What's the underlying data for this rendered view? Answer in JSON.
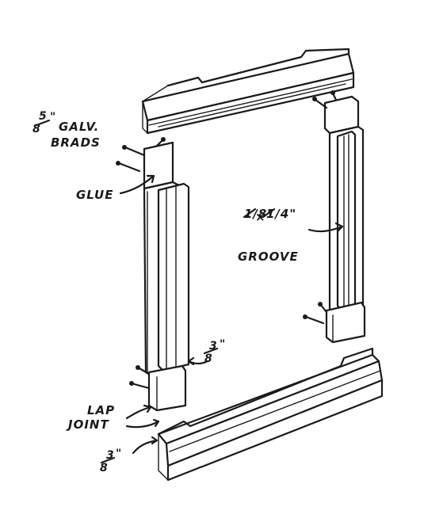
{
  "labels": {
    "brads_fraction_num": "5",
    "brads_fraction_den": "8",
    "brads_inch": "\"",
    "brads_line1": "GALV.",
    "brads_line2": "BRADS",
    "glue": "GLUE",
    "groove_dim_a": "1/8\"",
    "groove_times": "×",
    "groove_dim_b": "1/4\"",
    "groove": "GROOVE",
    "depth_num": "3",
    "depth_den": "8",
    "depth_inch": "\"",
    "lap_line1": "LAP",
    "lap_line2": "JOINT",
    "bottom_num": "3",
    "bottom_den": "8",
    "bottom_inch": "\""
  }
}
